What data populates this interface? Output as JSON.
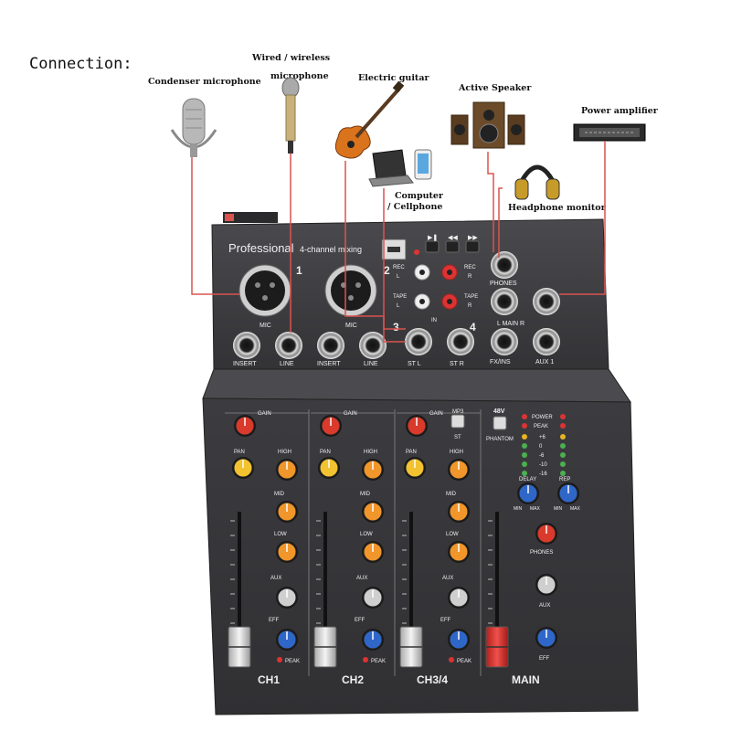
{
  "header": {
    "title": "Connection:"
  },
  "devices": {
    "condenser_mic": "Condenser microphone",
    "wired_mic_line1": "Wired / wireless",
    "wired_mic_line2": "microphone",
    "guitar": "Electric guitar",
    "speaker": "Active Speaker",
    "amplifier": "Power amplifier",
    "computer_line1": "Computer",
    "computer_line2": "/ Cellphone",
    "headphone": "Headphone monitor"
  },
  "mixer": {
    "brand": "Professional",
    "brand_sub": "4-channel mixing",
    "top_labels": {
      "ch1": "1",
      "ch2": "2",
      "ch3": "3",
      "ch4": "4",
      "mic": "MIC",
      "insert": "INSERT",
      "line": "LINE",
      "rec": "REC",
      "tape": "TAPE",
      "in": "IN",
      "l": "L",
      "r": "R",
      "st_l": "ST L",
      "st_r": "ST R",
      "phones": "PHONES",
      "main_lr": "L  MAIN  R",
      "fx_ins": "FX/INS",
      "aux1": "AUX 1"
    },
    "knob_labels": {
      "gain": "GAIN",
      "pan": "PAN",
      "high": "HIGH",
      "mid": "MID",
      "low": "LOW",
      "aux": "AUX",
      "eff": "EFF",
      "peak": "PEAK",
      "mp3": "MP3",
      "st": "ST",
      "phantom_48v": "48V",
      "phantom": "PHANTOM",
      "power": "POWER",
      "peak_led": "PEAK",
      "delay": "DELAY",
      "rep": "REP",
      "min": "MIN",
      "max": "MAX",
      "main_phones": "PHONES"
    },
    "channel_names": {
      "ch1": "CH1",
      "ch2": "CH2",
      "ch34": "CH3/4",
      "main": "MAIN"
    },
    "meter_labels": [
      "+6",
      "0",
      "-6",
      "-10",
      "-16"
    ]
  },
  "colors": {
    "panel": "#3b3b3e",
    "panel_dark": "#2c2c2e",
    "cable": "#d9534f",
    "knob_gain": "#d93a2b",
    "knob_pan": "#f2c230",
    "knob_eq": "#f0962a",
    "knob_aux": "#cfcfcf",
    "knob_eff": "#2f67c9"
  }
}
